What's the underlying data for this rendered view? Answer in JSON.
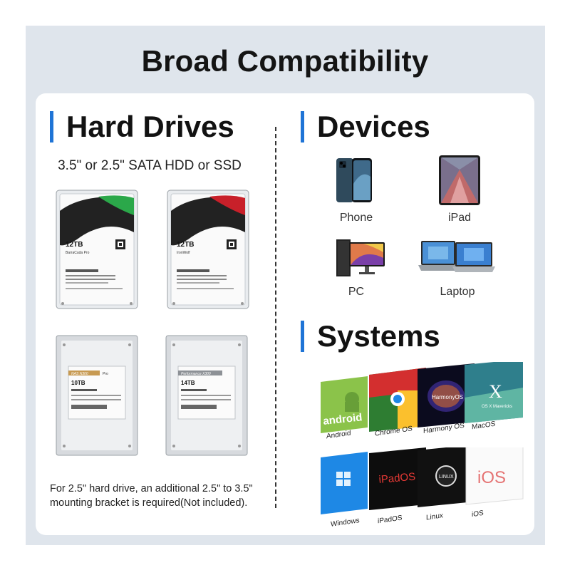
{
  "title": "Broad Compatibility",
  "hard_drives": {
    "heading": "Hard Drives",
    "subtitle": "3.5\" or 2.5\" SATA HDD or SSD",
    "drives": [
      {
        "capacity": "12TB",
        "model": "BarraCuda Pro",
        "sticker_color": "#2ba84a",
        "style": "seagate"
      },
      {
        "capacity": "12TB",
        "model": "IronWolf",
        "sticker_color": "#c8202a",
        "style": "seagate"
      },
      {
        "capacity": "10TB",
        "model": "NAS N300",
        "style": "toshiba",
        "tag": "Pro"
      },
      {
        "capacity": "14TB",
        "model": "Performance X300",
        "style": "toshiba",
        "tag": ""
      }
    ],
    "note": "For 2.5\" hard drive, an additional 2.5\" to 3.5\" mounting bracket is required(Not included)."
  },
  "devices": {
    "heading": "Devices",
    "items": [
      {
        "label": "Phone",
        "icon": "phone-icon"
      },
      {
        "label": "iPad",
        "icon": "tablet-icon"
      },
      {
        "label": "PC",
        "icon": "desktop-pc-icon"
      },
      {
        "label": "Laptop",
        "icon": "laptop-icon"
      }
    ]
  },
  "systems": {
    "heading": "Systems",
    "items": [
      {
        "label": "Android",
        "logo_text": "android"
      },
      {
        "label": "Chrome OS",
        "logo_text": ""
      },
      {
        "label": "Harmony OS",
        "logo_text": "HarmonyOS"
      },
      {
        "label": "MacOS",
        "logo_text": "OS X Mavericks"
      },
      {
        "label": "Windows",
        "logo_text": ""
      },
      {
        "label": "iPadOS",
        "logo_text": "iPadOS"
      },
      {
        "label": "Linux",
        "logo_text": "LINUX"
      },
      {
        "label": "iOS",
        "logo_text": "iOS"
      }
    ]
  },
  "colors": {
    "accent": "#1f74d6",
    "frame": "#dfe5ec"
  }
}
